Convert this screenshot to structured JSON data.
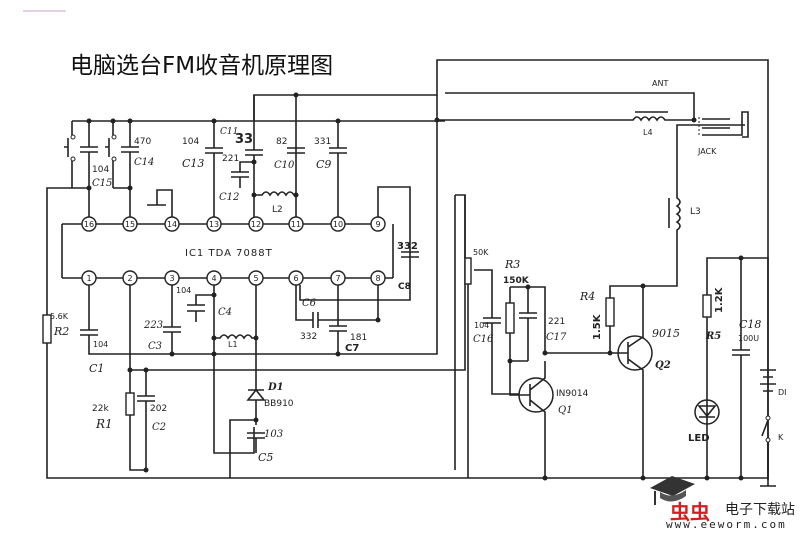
{
  "title": "电脑选台FM收音机原理图",
  "ic": {
    "label": "IC1 TDA 7088T",
    "top_pins": [
      "16",
      "15",
      "14",
      "13",
      "12",
      "11",
      "10",
      "9"
    ],
    "bottom_pins": [
      "1",
      "2",
      "3",
      "4",
      "5",
      "6",
      "7",
      "8"
    ]
  },
  "components": {
    "c15": {
      "ref": "C15",
      "value": "104"
    },
    "c14": {
      "ref": "C14",
      "value": "470"
    },
    "c13": {
      "ref": "C13",
      "value": "104"
    },
    "c11": {
      "ref": "C11",
      "value": "33"
    },
    "c12": {
      "ref": "C12",
      "value": "221"
    },
    "c10": {
      "ref": "C10",
      "value": "82"
    },
    "c9": {
      "ref": "C9",
      "value": "331"
    },
    "l2": {
      "ref": "L2"
    },
    "c8": {
      "ref": "C8",
      "value": "332"
    },
    "r2": {
      "ref": "R2",
      "value": "5.6K"
    },
    "c1": {
      "ref": "C1",
      "value": "104"
    },
    "c3": {
      "ref": "C3",
      "value": "223"
    },
    "c4": {
      "ref": "C4",
      "value": "104"
    },
    "l1": {
      "ref": "L1"
    },
    "c6": {
      "ref": "C6",
      "value": "332"
    },
    "c7": {
      "ref": "C7",
      "value": "181"
    },
    "d1": {
      "ref": "D1",
      "value": "BB910"
    },
    "c5": {
      "ref": "C5",
      "value": "103"
    },
    "r1": {
      "ref": "R1",
      "value": "22k"
    },
    "c2": {
      "ref": "C2",
      "value": "202"
    },
    "pot": {
      "value": "50K"
    },
    "r3": {
      "ref": "R3",
      "value": "150K"
    },
    "c16": {
      "ref": "C16",
      "value": "104"
    },
    "c17": {
      "ref": "C17",
      "value": "221"
    },
    "q1": {
      "ref": "Q1",
      "value": "IN9014"
    },
    "r4": {
      "ref": "R4",
      "value": "1.5K"
    },
    "q2": {
      "ref": "Q2",
      "value": "9015"
    },
    "l3": {
      "ref": "L3"
    },
    "l4": {
      "ref": "L4"
    },
    "ant": {
      "ref": "ANT"
    },
    "jack": {
      "ref": "JACK"
    },
    "r5": {
      "ref": "R5",
      "value": "1.2K"
    },
    "c18": {
      "ref": "C18",
      "value": "100U"
    },
    "led": {
      "ref": "LED"
    },
    "battery": {
      "ref": "DI"
    },
    "switch": {
      "ref": "K"
    }
  },
  "watermark": {
    "brand": "虫虫",
    "text": "电子下载站",
    "url": "www.eeworm.com",
    "brand_color": "#d21f1f"
  }
}
